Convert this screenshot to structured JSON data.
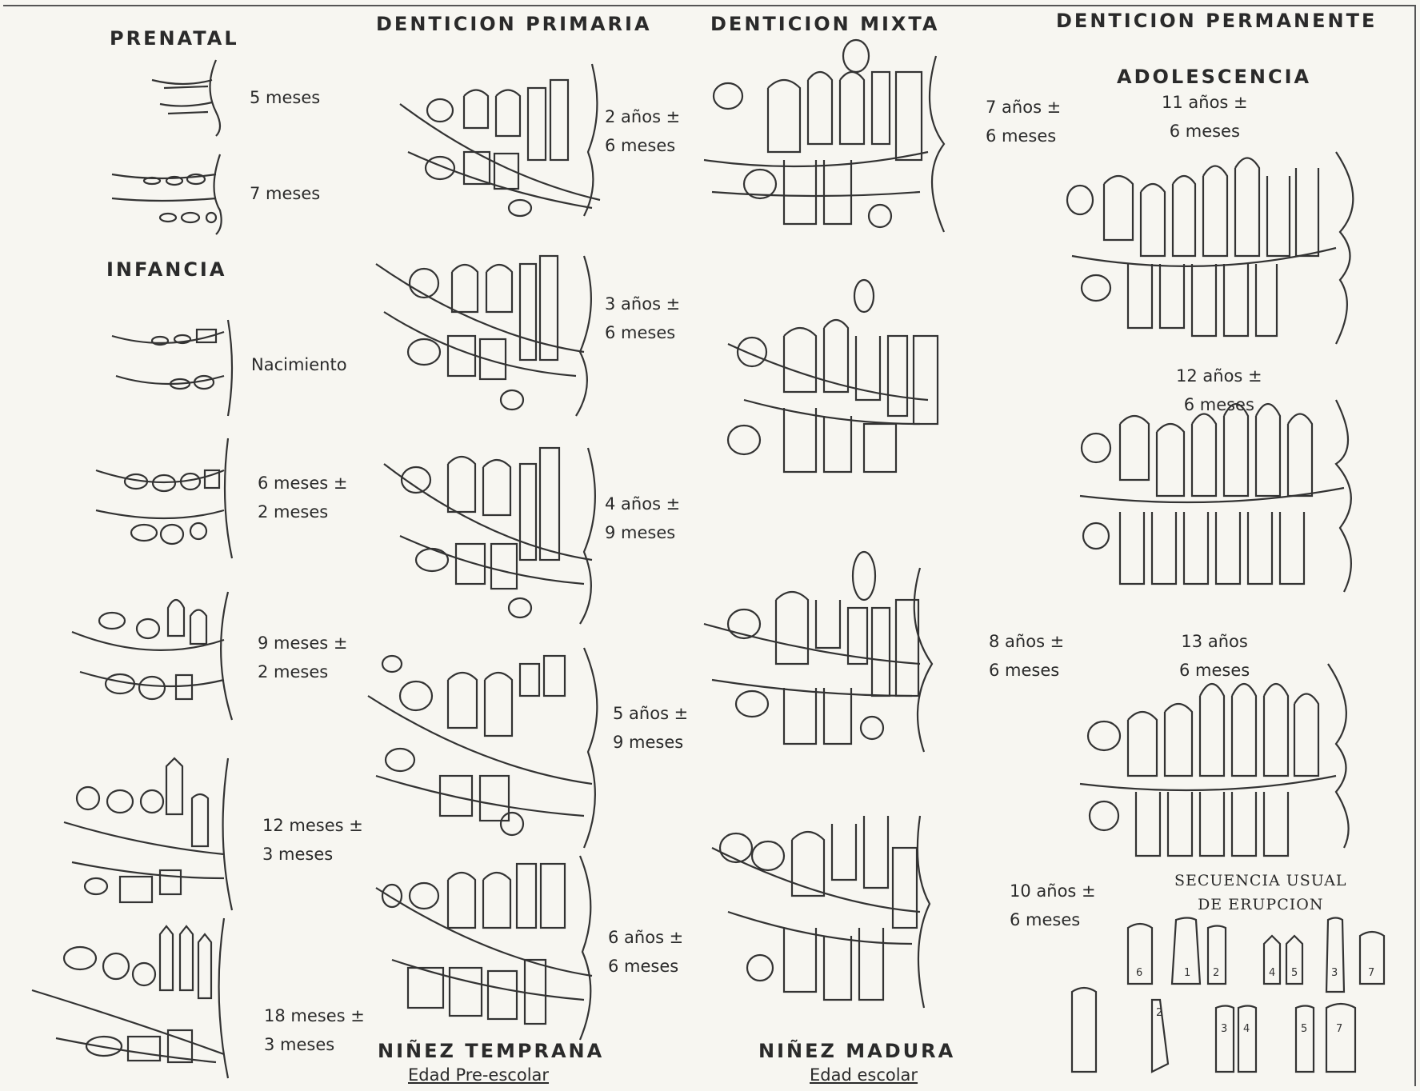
{
  "columns": {
    "prenatal": "PRENATAL",
    "primaria": "DENTICION PRIMARIA",
    "mixta": "DENTICION MIXTA",
    "permanente": "DENTICION PERMANENTE"
  },
  "sections": {
    "infancia": "INFANCIA",
    "adolescencia": "ADOLESCENCIA",
    "ninez_temprana": "NIÑEZ TEMPRANA",
    "ninez_temprana_sub": "Edad Pre-escolar",
    "ninez_madura": "NIÑEZ MADURA",
    "ninez_madura_sub": "Edad escolar",
    "secuencia": "SECUENCIA USUAL\nDE ERUPCION"
  },
  "stages": {
    "p1": "5 meses",
    "p2": "7 meses",
    "i1": "Nacimiento",
    "i2": "6 meses ±\n2 meses",
    "i3": "9 meses ±\n2 meses",
    "i4": "12 meses ±\n3 meses",
    "i5": "18 meses ±\n3 meses",
    "d1": "2 años ±\n6 meses",
    "d2": "3 años ±\n6 meses",
    "d3": "4 años ±\n9 meses",
    "d4": "5 años ±\n9 meses",
    "d5": "6 años ±\n6 meses",
    "m1": "7 años ±\n6 meses",
    "m2": "8 años ±\n6 meses",
    "m3": "10 años ±\n6 meses",
    "a1": "11 años ±\n6 meses",
    "a2": "12 años ±\n6 meses",
    "a3": "13 años\n6 meses"
  },
  "eruption_numbers": [
    "6",
    "1",
    "2",
    "4",
    "5",
    "3",
    "7",
    "2",
    "3",
    "4",
    "5",
    "7"
  ],
  "colors": {
    "ink": "#333333",
    "paper": "#f7f6f1"
  }
}
